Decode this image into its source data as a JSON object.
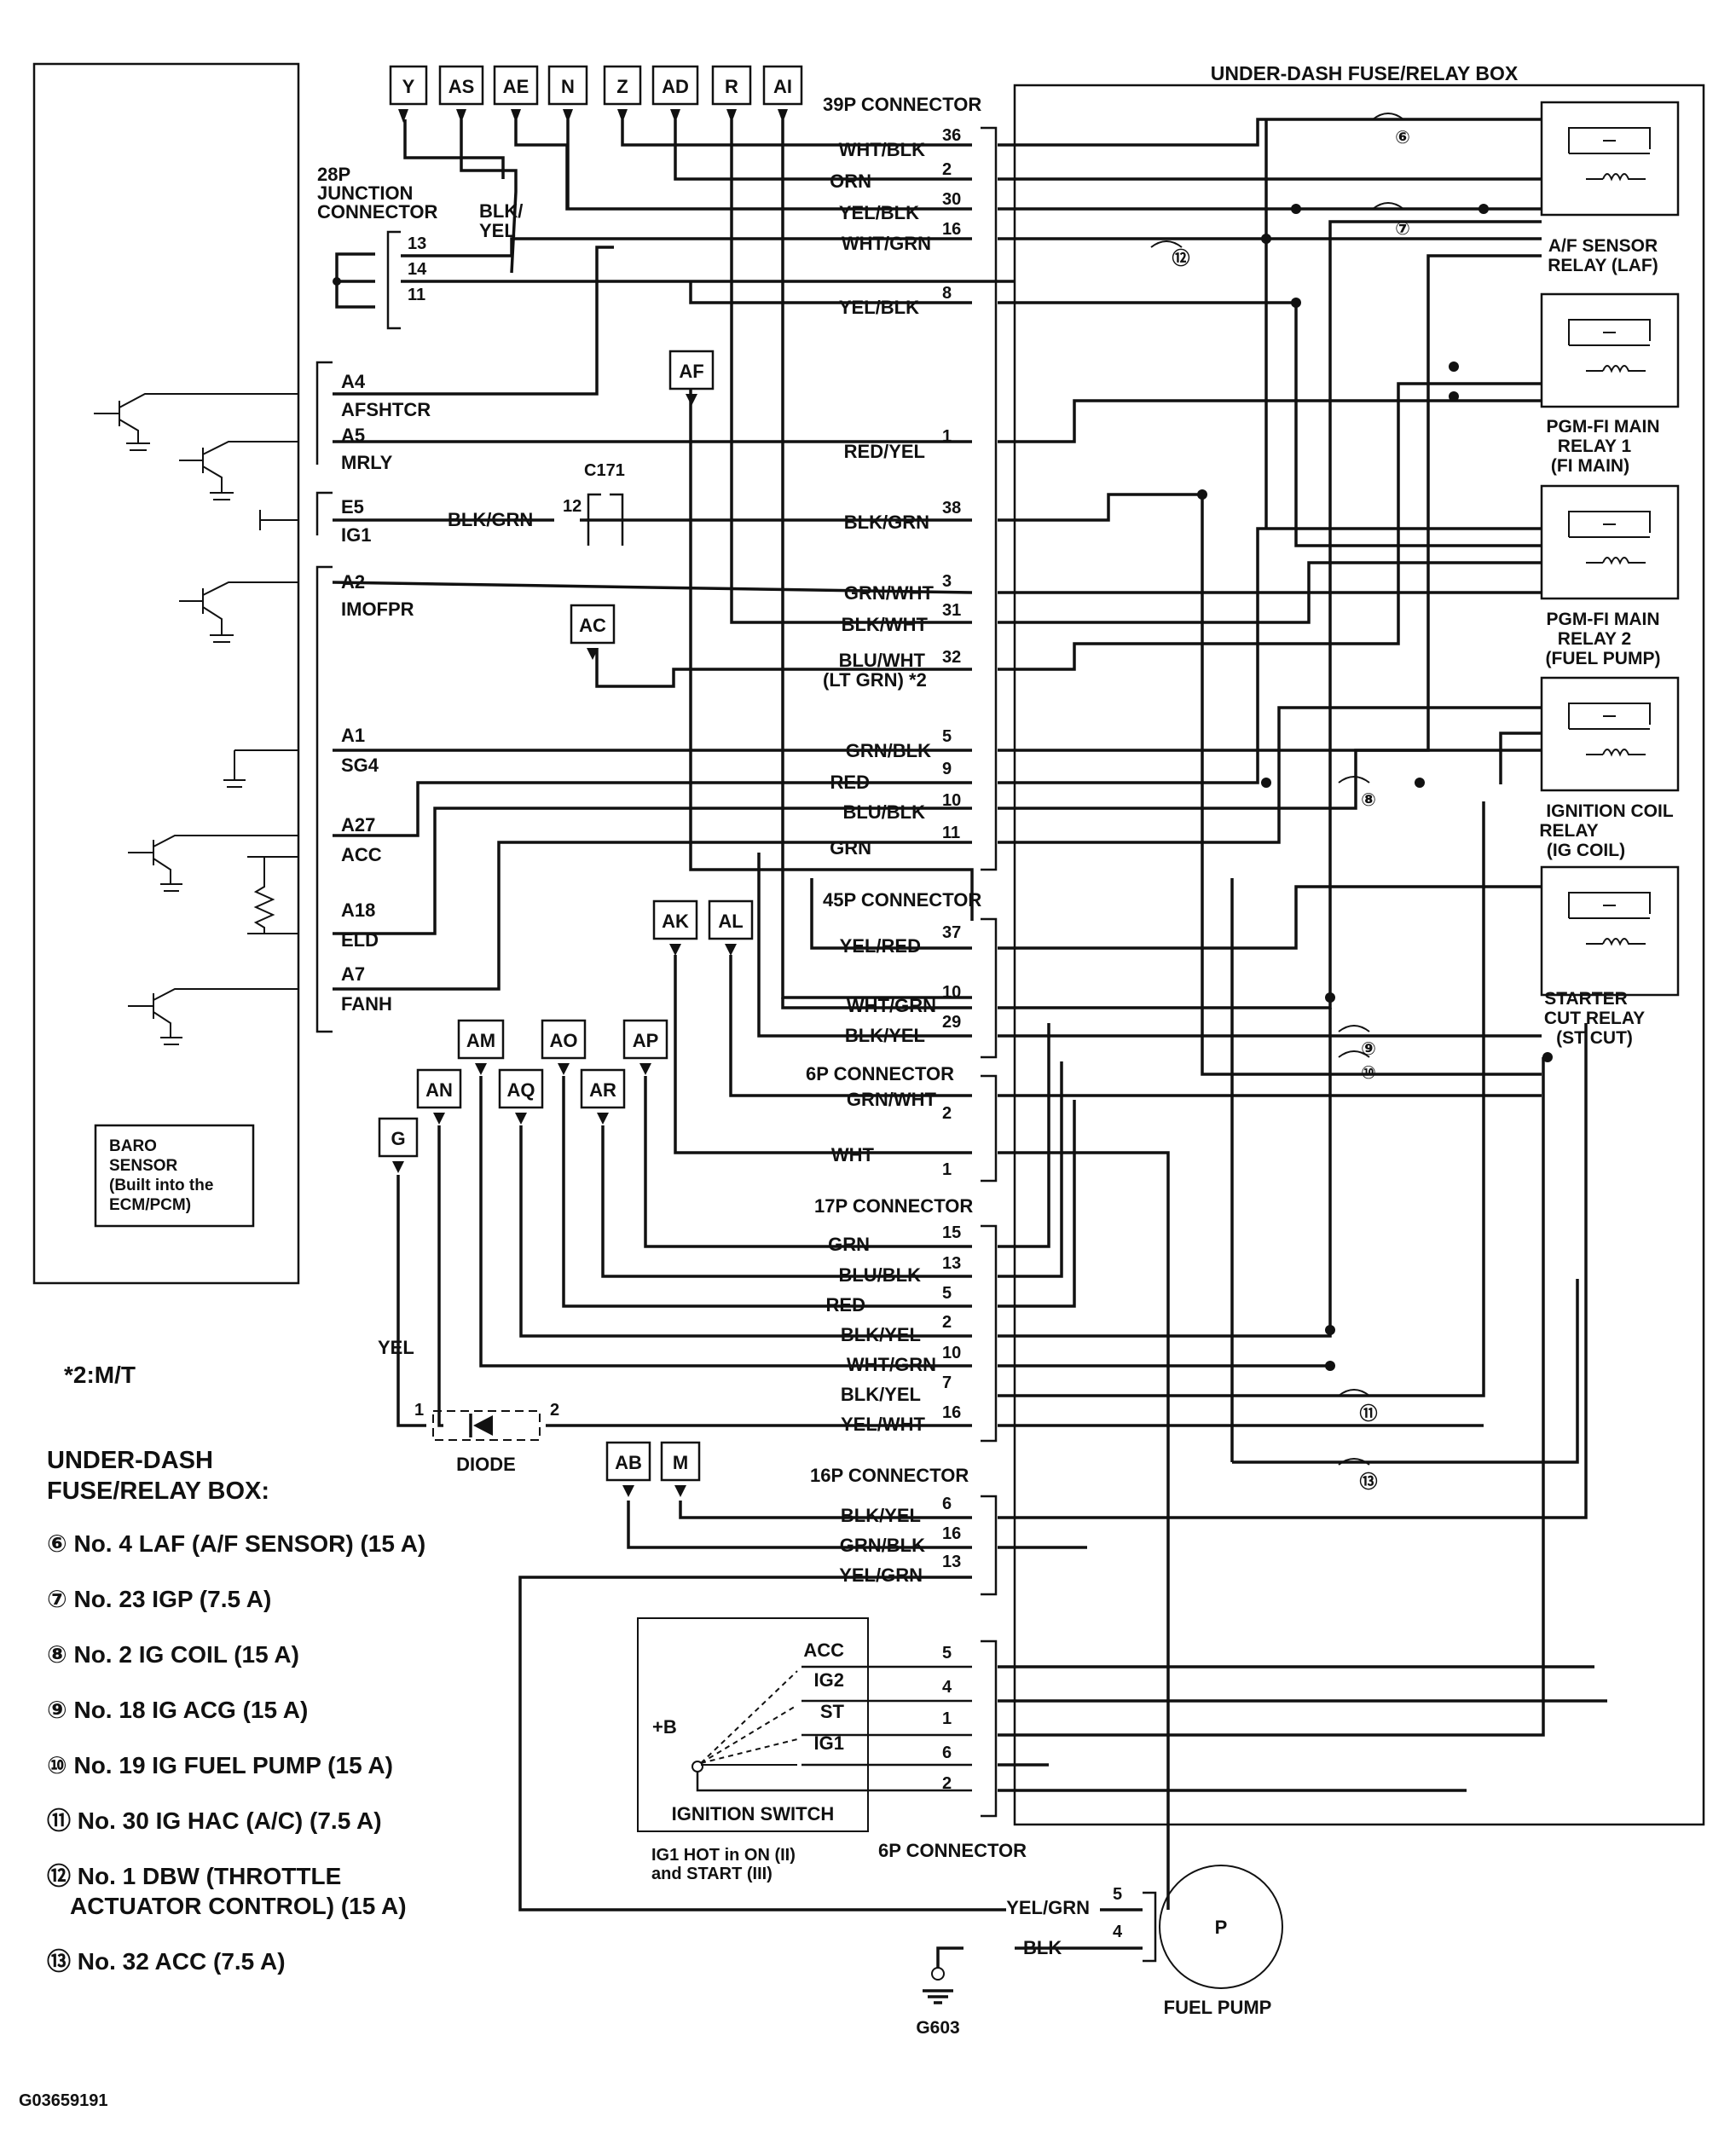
{
  "terminals_top": [
    "Y",
    "AS",
    "AE",
    "N",
    "Z",
    "AD",
    "R",
    "AI"
  ],
  "terminal_AF": "AF",
  "terminal_AC": "AC",
  "terminals_mid": [
    "AK",
    "AL"
  ],
  "terminals_lower": [
    "AM",
    "AO",
    "AP",
    "AN",
    "AQ",
    "AR",
    "G"
  ],
  "terminals_bottom": [
    "AB",
    "M"
  ],
  "connectors": {
    "c39p": "39P CONNECTOR",
    "c28p_line1": "28P",
    "c28p_line2": "JUNCTION",
    "c28p_line3": "CONNECTOR",
    "c45p": "45P CONNECTOR",
    "c6p_a": "6P CONNECTOR",
    "c17p": "17P CONNECTOR",
    "c16p": "16P CONNECTOR",
    "c6p_b": "6P CONNECTOR",
    "c171": "C171"
  },
  "fuse_box_title": "UNDER-DASH FUSE/RELAY BOX",
  "ecm_pins": [
    {
      "pin": "A4",
      "name": "AFSHTCR"
    },
    {
      "pin": "A5",
      "name": "MRLY"
    },
    {
      "pin": "E5",
      "name": "IG1"
    },
    {
      "pin": "A2",
      "name": "IMOFPR"
    },
    {
      "pin": "A1",
      "name": "SG4"
    },
    {
      "pin": "A27",
      "name": "ACC"
    },
    {
      "pin": "A18",
      "name": "ELD"
    },
    {
      "pin": "A7",
      "name": "FANH"
    }
  ],
  "baro": [
    "BARO",
    "SENSOR",
    "(Built into the",
    "ECM/PCM)"
  ],
  "j28_pins": [
    "13",
    "14",
    "11"
  ],
  "j28_wire": [
    "BLK/",
    "YEL"
  ],
  "c171_wire": "BLK/GRN",
  "c171_pin": "12",
  "wires_39p": [
    {
      "color": "WHT/BLK",
      "pin": "36"
    },
    {
      "color": "ORN",
      "pin": "2"
    },
    {
      "color": "YEL/BLK",
      "pin": "30"
    },
    {
      "color": "WHT/GRN",
      "pin": "16"
    },
    {
      "color": "YEL/BLK",
      "pin": "8"
    },
    {
      "color": "RED/YEL",
      "pin": "1"
    },
    {
      "color": "BLK/GRN",
      "pin": "38"
    },
    {
      "color": "GRN/WHT",
      "pin": "3"
    },
    {
      "color": "BLK/WHT",
      "pin": "31"
    },
    {
      "color": "BLU/WHT",
      "pin": "32"
    },
    {
      "color": "GRN/BLK",
      "pin": "5"
    },
    {
      "color": "RED",
      "pin": "9"
    },
    {
      "color": "BLU/BLK",
      "pin": "10"
    },
    {
      "color": "GRN",
      "pin": "11"
    }
  ],
  "blu_wht_note": "(LT GRN) *2",
  "wires_45p": [
    {
      "color": "YEL/RED",
      "pin": "37"
    },
    {
      "color": "WHT/GRN",
      "pin": "10"
    },
    {
      "color": "BLK/YEL",
      "pin": "29"
    }
  ],
  "wires_6p_a": [
    {
      "color": "GRN/WHT",
      "pin": "2"
    },
    {
      "color": "WHT",
      "pin": "1"
    }
  ],
  "wires_17p": [
    {
      "color": "GRN",
      "pin": "15"
    },
    {
      "color": "BLU/BLK",
      "pin": "13"
    },
    {
      "color": "RED",
      "pin": "5"
    },
    {
      "color": "BLK/YEL",
      "pin": "2"
    },
    {
      "color": "WHT/GRN",
      "pin": "10"
    },
    {
      "color": "BLK/YEL",
      "pin": "7"
    },
    {
      "color": "YEL/WHT",
      "pin": "16"
    }
  ],
  "wires_16p": [
    {
      "color": "BLK/YEL",
      "pin": "6"
    },
    {
      "color": "GRN/BLK",
      "pin": "16"
    },
    {
      "color": "YEL/GRN",
      "pin": "13"
    }
  ],
  "ign_positions": [
    "ACC",
    "IG2",
    "ST",
    "IG1"
  ],
  "ign_pins": [
    "5",
    "4",
    "1",
    "6",
    "2"
  ],
  "ign_b": "+B",
  "ign_title": "IGNITION SWITCH",
  "ign_note": [
    "IG1 HOT in ON (II)",
    "and START (III)"
  ],
  "diode": {
    "label": "DIODE",
    "pin1": "1",
    "pin2": "2",
    "wire": "YEL"
  },
  "fuel_pump": {
    "symbol": "P",
    "label": "FUEL PUMP",
    "w1": "YEL/GRN",
    "p1": "5",
    "w2": "BLK",
    "p2": "4",
    "ground": "G603"
  },
  "relays": [
    [
      "A/F SENSOR",
      "RELAY (LAF)"
    ],
    [
      "PGM-FI MAIN",
      "RELAY 1",
      "(FI MAIN)"
    ],
    [
      "PGM-FI MAIN",
      "RELAY 2",
      "(FUEL PUMP)"
    ],
    [
      "IGNITION COIL",
      "RELAY",
      "(IG COIL)"
    ],
    [
      "STARTER",
      "CUT RELAY",
      "(ST CUT)"
    ]
  ],
  "fuse_marks": [
    "⑥",
    "⑦",
    "⑫",
    "⑧",
    "⑨",
    "⑩",
    "⑪",
    "⑬"
  ],
  "footnote": "*2:M/T",
  "legend_title": [
    "UNDER-DASH",
    "FUSE/RELAY BOX:"
  ],
  "legend": [
    "⑥ No. 4 LAF (A/F SENSOR) (15 A)",
    "⑦ No. 23 IGP (7.5 A)",
    "⑧ No. 2 IG COIL (15 A)",
    "⑨ No. 18 IG ACG (15 A)",
    "⑩ No. 19 IG FUEL PUMP (15 A)",
    "⑪ No. 30 IG HAC (A/C) (7.5 A)",
    "⑫ No. 1 DBW (THROTTLE",
    "ACTUATOR CONTROL) (15 A)",
    "⑬ No. 32 ACC (7.5 A)"
  ],
  "figure_id": "G03659191"
}
